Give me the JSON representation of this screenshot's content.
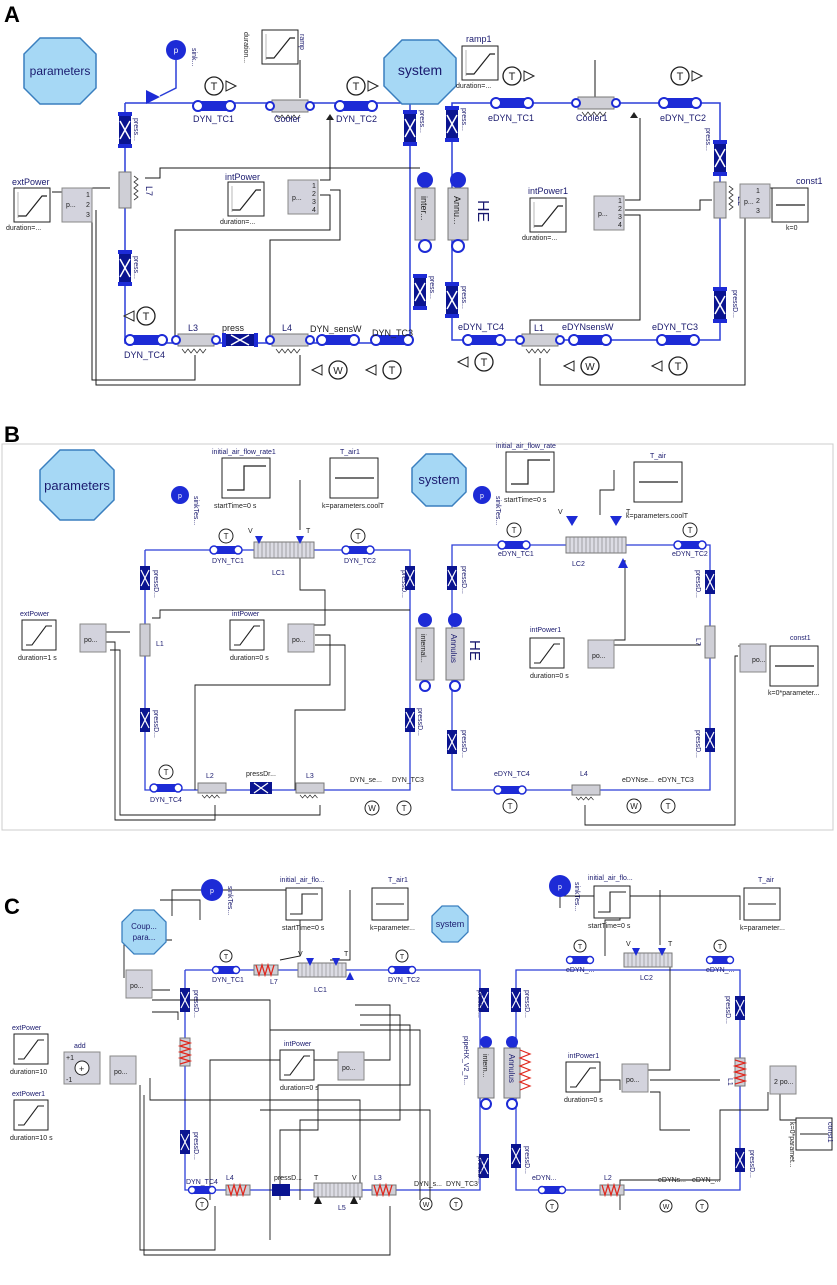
{
  "panels": {
    "a": {
      "letter": "A",
      "labels": {
        "parameters": "parameters",
        "system": "system",
        "sink": "sink...",
        "duration_ramp": "duration...",
        "ramp": "ramp",
        "ramp1": "ramp1",
        "duration_ramp1": "duration=...",
        "dyn_tc1": "DYN_TC1",
        "cooler": "Cooler",
        "dyn_tc2": "DYN_TC2",
        "edyn_tc1": "eDYN_TC1",
        "cooler1": "Cooler1",
        "edyn_tc2": "eDYN_TC2",
        "press": "press...",
        "press_d": "pressD...",
        "extpower": "extPower",
        "duration_ext": "duration=...",
        "intpower": "intPower",
        "duration_int": "duration=...",
        "intpower1": "intPower1",
        "duration_int1": "duration=...",
        "const1": "const1",
        "k0": "k=0",
        "l7": "L7",
        "l2": "L2",
        "l3": "L3",
        "l4": "L4",
        "l1": "L1",
        "inter": "inter...",
        "annu": "Annu...",
        "he": "HE",
        "dyn_tc4": "DYN_TC4",
        "dyn_sensw": "DYN_sensW",
        "dyn_tc3": "DYN_TC3",
        "edyn_tc4": "eDYN_TC4",
        "edynsensw": "eDYNsensW",
        "edyn_tc3": "eDYN_TC3",
        "press_mid": "press",
        "p_ext": "p...",
        "p_int": "p...",
        "p_int1": "p...",
        "p_const": "p...",
        "t": "T",
        "w": "W",
        "pin1": "1",
        "pin2": "2",
        "pin3": "3",
        "pin4": "4"
      }
    },
    "b": {
      "letter": "B",
      "labels": {
        "parameters": "parameters",
        "system": "system",
        "iafr1": "initial_air_flow_rate1",
        "iafr": "initial_air_flow_rate",
        "start0": "startTime=0 s",
        "t_air1": "T_air1",
        "t_air": "T_air",
        "k_coolt": "k=parameters.coolT",
        "sink": "sinkTes...",
        "dyn_tc1": "DYN_TC1",
        "lc1": "LC1",
        "dyn_tc2": "DYN_TC2",
        "edyn_tc1": "eDYN_TC1",
        "lc2": "LC2",
        "edyn_tc2": "eDYN_TC2",
        "pressd": "pressD...",
        "extpower": "extPower",
        "duration1s": "duration=1 s",
        "intpower": "intPower",
        "duration0s": "duration=0 s",
        "intpower1": "intPower1",
        "const1": "const1",
        "k0param": "k=0*parameter...",
        "l1": "L1",
        "l7": "L7",
        "l2": "L2",
        "l3": "L3",
        "l4": "L4",
        "internal": "internal...",
        "annulus": "Annulus",
        "he": "HE",
        "dyn_tc4": "DYN_TC4",
        "pressdr": "pressDr...",
        "dyn_se": "DYN_se...",
        "dyn_tc3": "DYN_TC3",
        "edyn_tc4": "eDYN_TC4",
        "edynse": "eDYNse...",
        "edyn_tc3": "eDYN_TC3",
        "po": "po...",
        "v": "V",
        "t": "T",
        "w": "W"
      }
    },
    "c": {
      "letter": "C",
      "labels": {
        "coup": "Coup...",
        "para": "para...",
        "system": "system",
        "iaf1": "initial_air_flo...",
        "iaf2": "initial_air_flo...",
        "start0": "startTime=0 s",
        "t_air1": "T_air1",
        "t_air": "T_air",
        "k_param1": "k=parameter...",
        "k_param2": "k=parameter...",
        "sink": "sinkTes...",
        "dyn_tc1": "DYN_TC1",
        "lc1": "LC1",
        "dyn_tc2": "DYN_TC2",
        "edyn1": "eDYN_...",
        "lc2": "LC2",
        "edyn2": "eDYN_...",
        "pressd": "pressD...",
        "pressc": "pressD...",
        "extpower": "extPower",
        "duration10": "duration=10",
        "extpower1": "extPower1",
        "duration10s": "duration=10 s",
        "add": "add",
        "plus1": "+1",
        "minus1": "-1",
        "plus": "+",
        "intpower": "intPower",
        "duration0s": "duration=0 s",
        "intpower1": "intPower1",
        "duration0s_b": "duration=0 s",
        "const1": "const1",
        "k0param": "k=0*paramet...",
        "l7": "L7",
        "l3": "L3",
        "l4": "L4",
        "l5": "L5",
        "l1": "L1",
        "l2": "L2",
        "intern": "intern...",
        "annulus": "Annulus",
        "pipehx": "pipeHX_V2_n...",
        "dyn_tc4": "DYN_TC4",
        "press_mid": "pressD...",
        "dyn_s": "DYN_s...",
        "dyn_tc3": "DYN_TC3",
        "edyn3": "eDYN...",
        "edyns": "eDYNs...",
        "edyn4": "eDYN_...",
        "po": "po...",
        "pin2po": "2 po...",
        "v": "V",
        "t": "T",
        "w": "W"
      }
    }
  },
  "colors": {
    "component_blue": "#1d2bd6",
    "dark_blue": "#0a1490",
    "octagon_fill": "#a6d8f5",
    "octagon_stroke": "#3a7fbf",
    "block_fill": "#d3d3dd",
    "hx_red": "#e0281e",
    "wire": "#1a1a1a",
    "fluid_line": "#2c3fd8"
  },
  "icons": [
    "temperature-sensor-icon",
    "mass-flow-sensor-icon",
    "pressure-drop-icon",
    "heat-exchanger-icon",
    "ramp-source-icon",
    "step-source-icon",
    "const-source-icon",
    "octagon-record-icon"
  ]
}
